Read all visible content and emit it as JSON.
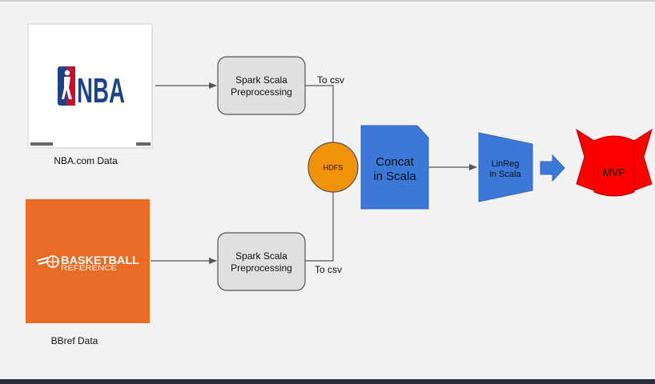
{
  "sources": {
    "nba": {
      "logo_text": "NBA",
      "caption": "NBA.com Data"
    },
    "bbref": {
      "logo_line1": "BASKETBALL",
      "logo_line2": "REFERENCE",
      "caption": "BBref Data"
    }
  },
  "preprocess_top": {
    "line1": "Spark Scala",
    "line2": "Preprocessing"
  },
  "preprocess_bottom": {
    "line1": "Spark Scala",
    "line2": "Preprocessing"
  },
  "to_csv_top": "To  csv",
  "to_csv_bottom": "To  csv",
  "hdfs": "HDFS",
  "concat": {
    "line1": "Concat",
    "line2": "in Scala"
  },
  "linreg": {
    "line1": "LinReg",
    "line2": "in Scala"
  },
  "mvp": "MVP",
  "colors": {
    "background": "#f2f2f2",
    "box_fill": "#e0e0e0",
    "hdfs_fill": "#f0920a",
    "blue": "#3b78d8",
    "red": "#ff0000",
    "bbref_orange": "#e86c25",
    "nba_blue": "#1d428a",
    "nba_red": "#c8102e"
  }
}
